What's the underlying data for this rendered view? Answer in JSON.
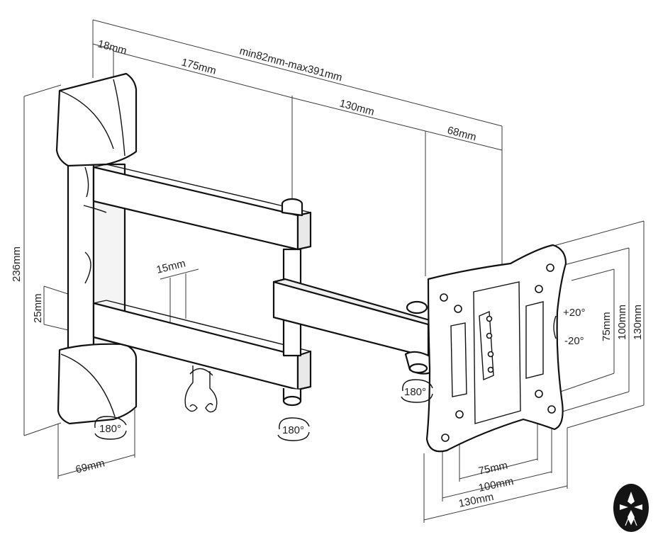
{
  "diagram": {
    "subject": "TV wall mount bracket (articulating arm)",
    "dimensions": {
      "top_18": "18mm",
      "top_range": "min82mm-max391mm",
      "arm_175": "175mm",
      "arm_130": "130mm",
      "plate_68": "68mm",
      "height_236": "236mm",
      "gap_25": "25mm",
      "tube_15": "15mm",
      "base_69": "69mm",
      "tilt_up": "+20°",
      "tilt_down": "-20°",
      "vesa_v_75": "75mm",
      "vesa_v_100": "100mm",
      "vesa_v_130": "130mm",
      "vesa_h_75": "75mm",
      "vesa_h_100": "100mm",
      "vesa_h_130": "130mm"
    },
    "rotations": {
      "wall": "180°",
      "elbow": "180°",
      "head": "180°"
    }
  },
  "logo": {
    "name": "brand-logo"
  }
}
